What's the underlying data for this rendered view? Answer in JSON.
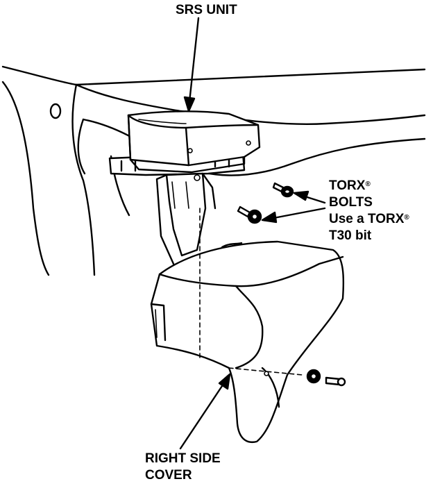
{
  "labels": {
    "srs_unit": "SRS UNIT",
    "torx_line1": "TORX",
    "torx_line2": "BOLTS",
    "torx_line3": "Use a TORX",
    "torx_line4": "T30 bit",
    "registered_mark": "®",
    "cover_line1": "RIGHT SIDE",
    "cover_line2": "COVER"
  },
  "colors": {
    "ink": "#000000",
    "background": "#ffffff"
  }
}
